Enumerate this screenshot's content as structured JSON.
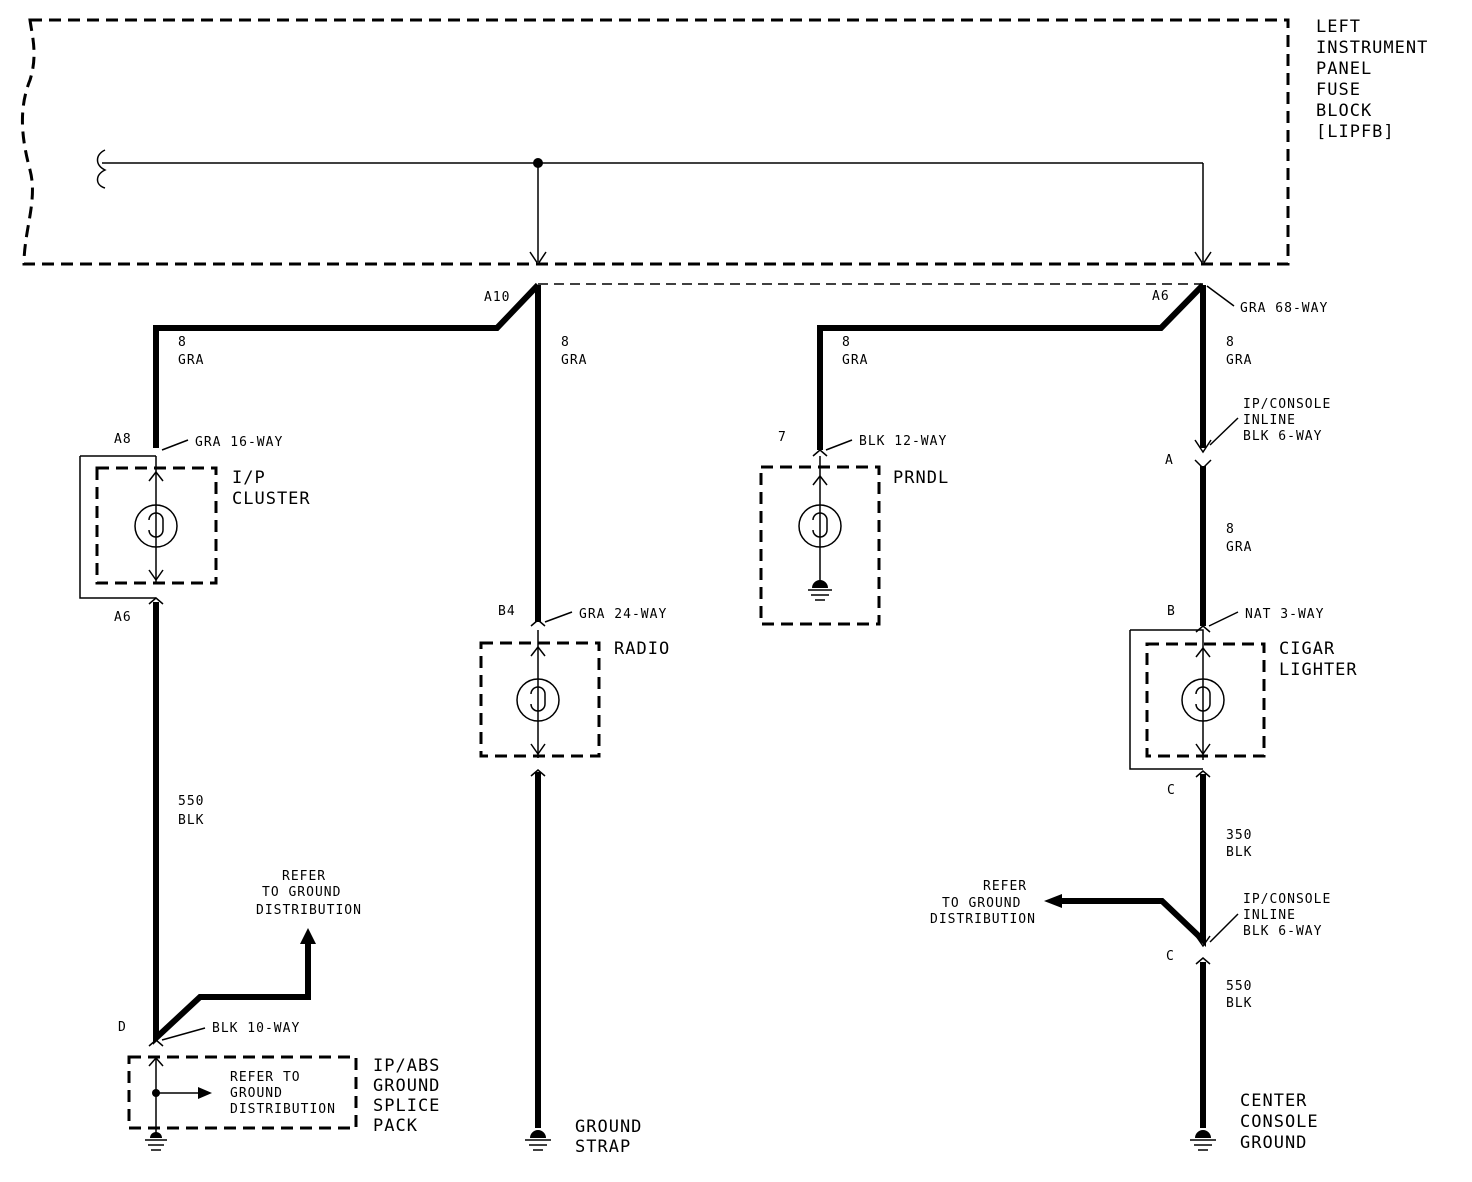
{
  "fuse_block": {
    "title_lines": [
      "LEFT",
      "INSTRUMENT",
      "PANEL",
      "FUSE",
      "BLOCK",
      "[LIPFB]"
    ],
    "connector": "GRA 68-WAY"
  },
  "circuits": {
    "left_branch": {
      "pin": "A10",
      "circuit": "8",
      "color": "GRA"
    },
    "radio_branch": {
      "circuit": "8",
      "color": "GRA"
    },
    "prndl_branch": {
      "circuit": "8",
      "color": "GRA"
    },
    "right_branch": {
      "pin": "A6",
      "circuit": "8",
      "color": "GRA"
    },
    "cigar_feed": {
      "circuit": "8",
      "color": "GRA"
    },
    "cluster_ground": {
      "circuit": "550",
      "color": "BLK"
    },
    "lighter_ground": {
      "circuit": "350",
      "color": "BLK"
    },
    "console_ground": {
      "circuit": "550",
      "color": "BLK"
    }
  },
  "components": {
    "cluster": {
      "name_lines": [
        "I/P",
        "CLUSTER"
      ],
      "pin_in": "A8",
      "connector_in": "GRA 16-WAY",
      "pin_out": "A6"
    },
    "radio": {
      "name": "RADIO",
      "pin_in": "B4",
      "connector_in": "GRA 24-WAY"
    },
    "prndl": {
      "name": "PRNDL",
      "pin_in": "7",
      "connector_in": "BLK 12-WAY"
    },
    "cigar_lighter": {
      "name_lines": [
        "CIGAR",
        "LIGHTER"
      ],
      "pin_in": "B",
      "connector_in": "NAT 3-WAY",
      "pin_out": "C"
    },
    "ip_console_inline_top": {
      "lines": [
        "IP/CONSOLE",
        "INLINE",
        "BLK 6-WAY"
      ],
      "pin": "A"
    },
    "ip_console_inline_bottom": {
      "lines": [
        "IP/CONSOLE",
        "INLINE",
        "BLK 6-WAY"
      ],
      "pin": "C"
    },
    "splice_pack": {
      "name_lines": [
        "IP/ABS",
        "GROUND",
        "SPLICE",
        "PACK"
      ],
      "pin": "D",
      "connector": "BLK 10-WAY",
      "inner_lines": [
        "REFER TO",
        "GROUND",
        "DISTRIBUTION"
      ]
    }
  },
  "references": {
    "left_refer": [
      "REFER",
      "TO GROUND",
      "DISTRIBUTION"
    ],
    "right_refer": [
      "REFER",
      "TO GROUND",
      "DISTRIBUTION"
    ]
  },
  "grounds": {
    "ground_strap": [
      "GROUND",
      "STRAP"
    ],
    "center_console": [
      "CENTER",
      "CONSOLE",
      "GROUND"
    ]
  }
}
